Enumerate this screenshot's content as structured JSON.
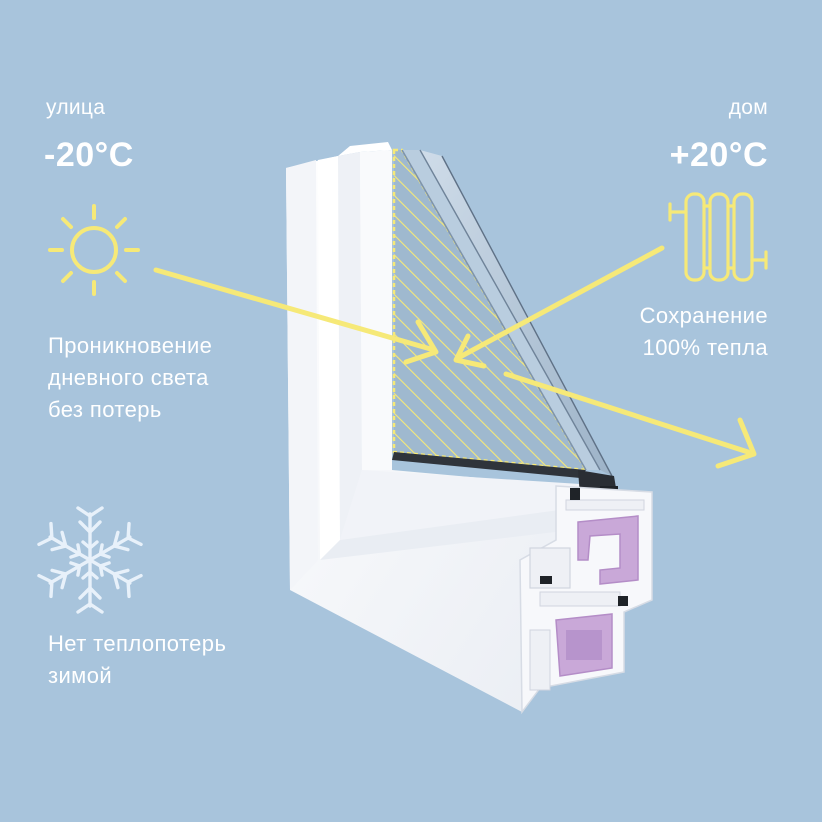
{
  "outside": {
    "label": "улица",
    "temperature": "-20°C",
    "icon": "sun-icon"
  },
  "inside": {
    "label": "дом",
    "temperature": "+20°C",
    "icon": "radiator-icon"
  },
  "features": {
    "daylight": "Проникновение\nдневного света\nбез потерь",
    "heat": "Сохранение\n100% тепла",
    "winter": "Нет теплопотерь\nзимой"
  },
  "winter_icon": "snowflake-icon",
  "colors": {
    "background": "#a8c4dc",
    "accent_yellow": "#f6e978",
    "snowflake": "#e8f1fa",
    "text": "#ffffff",
    "frame": "#f7f8fb",
    "insert": "#c9a8d8"
  }
}
